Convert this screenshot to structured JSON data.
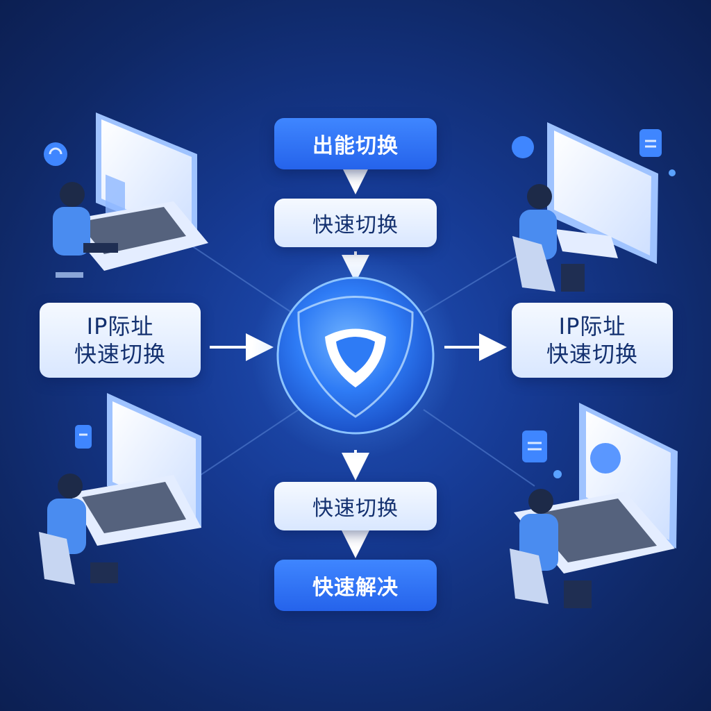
{
  "flow": {
    "step1": "出能切换",
    "step2": "快速切换",
    "step3": "快速切换",
    "step4": "快速解决"
  },
  "left_box": {
    "line1": "IP际址",
    "line2": "快速切换"
  },
  "right_box": {
    "line1": "IP际址",
    "line2": "快速切换"
  },
  "center_icon": "shield-icon",
  "colors": {
    "background": "#163a93",
    "accent": "#2f74ff",
    "box_light": "#e6efff",
    "text_dark": "#13306f"
  }
}
